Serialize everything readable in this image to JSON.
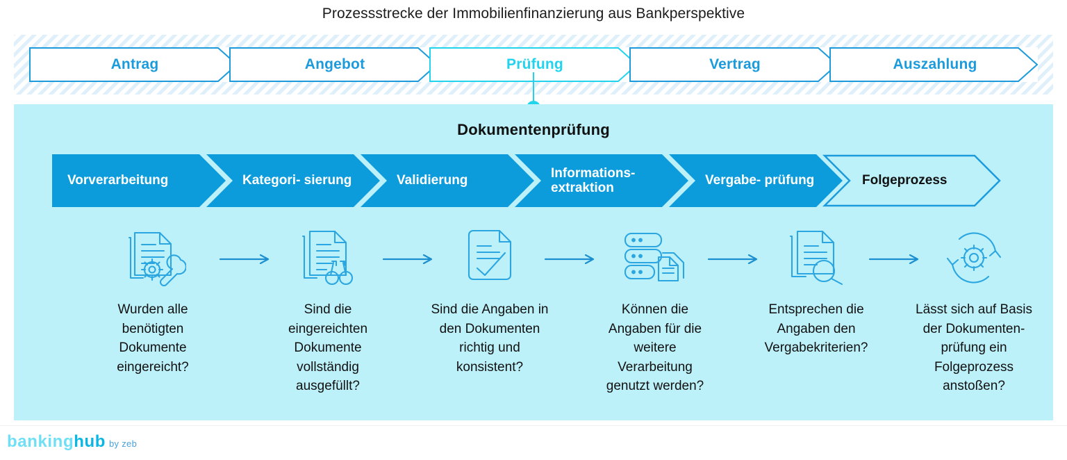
{
  "title": "Prozessstrecke der Immobilienfinanzierung aus Bankperspektive",
  "colors": {
    "accent_cyan": "#22d3ee",
    "accent_blue": "#0d9cdb",
    "outline_blue": "#1b9bdc",
    "panel_bg": "#bdf1f9",
    "band_bg": "#f2fafd",
    "text_dark": "#111111"
  },
  "top_process": {
    "steps": [
      {
        "label": "Antrag",
        "active": false
      },
      {
        "label": "Angebot",
        "active": false
      },
      {
        "label": "Prüfung",
        "active": true
      },
      {
        "label": "Vertrag",
        "active": false
      },
      {
        "label": "Auszahlung",
        "active": false
      }
    ]
  },
  "panel": {
    "heading": "Dokumentenprüfung",
    "stages": [
      {
        "label": "Vorverarbeitung",
        "style": "filled"
      },
      {
        "label": "Kategori-\nsierung",
        "style": "filled"
      },
      {
        "label": "Validierung",
        "style": "filled"
      },
      {
        "label": "Informations-\nextraktion",
        "style": "filled"
      },
      {
        "label": "Vergabe-\nprüfung",
        "style": "filled"
      },
      {
        "label": "Folgeprozess",
        "style": "outline"
      }
    ],
    "steps": [
      {
        "icon": "documents-gear-wrench-icon",
        "question": "Wurden alle\nbenötigten\nDokumente\neingereicht?"
      },
      {
        "icon": "documents-binoculars-icon",
        "question": "Sind die\neingereichten\nDokumente\nvollständig\nausgefüllt?"
      },
      {
        "icon": "document-checkmark-icon",
        "question": "Sind die Angaben in\nden Dokumenten\nrichtig und\nkonsistent?"
      },
      {
        "icon": "database-documents-icon",
        "question": "Können die\nAngaben für die\nweitere\nVerarbeitung\ngenutzt werden?"
      },
      {
        "icon": "document-magnifier-icon",
        "question": "Entsprechen die\nAngaben den\nVergabekriterien?"
      },
      {
        "icon": "gear-refresh-cycle-icon",
        "question": "Lässt sich auf Basis\nder Dokumenten-\nprüfung ein\nFolgeprozess\nanstoßen?"
      }
    ],
    "arrow_icon": "arrow-right-icon"
  },
  "footer": {
    "logo_part1": "banking",
    "logo_part2": "hub",
    "logo_suffix": "by zeb"
  }
}
